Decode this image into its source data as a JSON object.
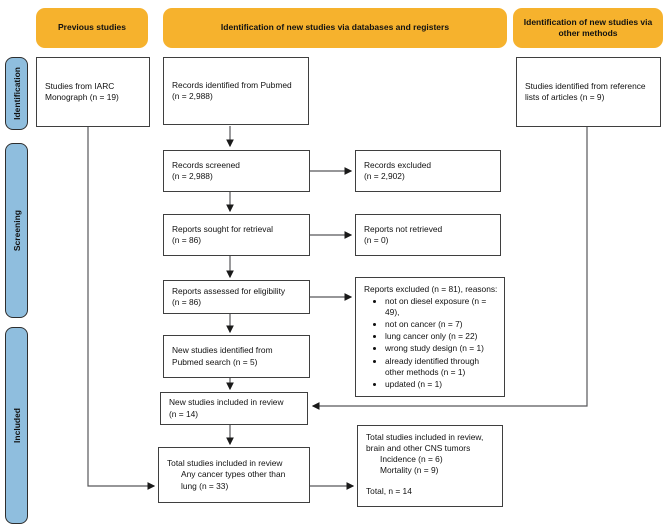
{
  "diagram": {
    "headers": {
      "previous": "Previous studies",
      "databases": "Identification of new studies via databases and registers",
      "other_methods": "Identification of new studies via other methods"
    },
    "stages": {
      "identification": "Identification",
      "screening": "Screening",
      "included": "Included"
    },
    "boxes": {
      "iarc": {
        "line1": "Studies from IARC",
        "line2": "Monograph (n = 19)"
      },
      "pubmed_records": {
        "line1": "Records identified from Pubmed",
        "line2": "(n = 2,988)"
      },
      "reference_lists": {
        "line1": "Studies identified from reference",
        "line2": "lists of articles (n = 9)"
      },
      "records_screened": {
        "line1": "Records screened",
        "line2": "(n = 2,988)"
      },
      "records_excluded": {
        "line1": "Records excluded",
        "line2": "(n = 2,902)"
      },
      "reports_sought": {
        "line1": "Reports sought for retrieval",
        "line2": "(n = 86)"
      },
      "reports_not_retrieved": {
        "line1": "Reports not retrieved",
        "line2": "(n = 0)"
      },
      "reports_assessed": {
        "line1": "Reports assessed for eligibility",
        "line2": "(n = 86)"
      },
      "reports_excluded": {
        "title": "Reports excluded (n = 81), reasons:",
        "items": [
          "not on diesel exposure (n = 49),",
          "not on cancer (n = 7)",
          "lung cancer only (n = 22)",
          "wrong study design (n = 1)",
          "already identified through other methods (n = 1)",
          "updated (n = 1)"
        ]
      },
      "new_identified": {
        "line1": "New studies identified from",
        "line2": "Pubmed search (n = 5)"
      },
      "new_included": {
        "line1": "New studies included in review",
        "line2": "(n = 14)"
      },
      "total_review": {
        "line1": "Total studies included in review",
        "line2": "Any cancer types other than",
        "line3": "lung (n = 33)"
      },
      "total_cns": {
        "line1": "Total studies included in review,",
        "line2": "brain and other CNS tumors",
        "incidence": "Incidence (n = 6)",
        "mortality": "Mortality (n = 9)",
        "total": "Total, n = 14"
      }
    },
    "colors": {
      "header_bg": "#F6B22D",
      "stage_bg": "#8FBEDE",
      "box_border": "#3F3F3F",
      "arrow": "#4D4D4D"
    }
  }
}
